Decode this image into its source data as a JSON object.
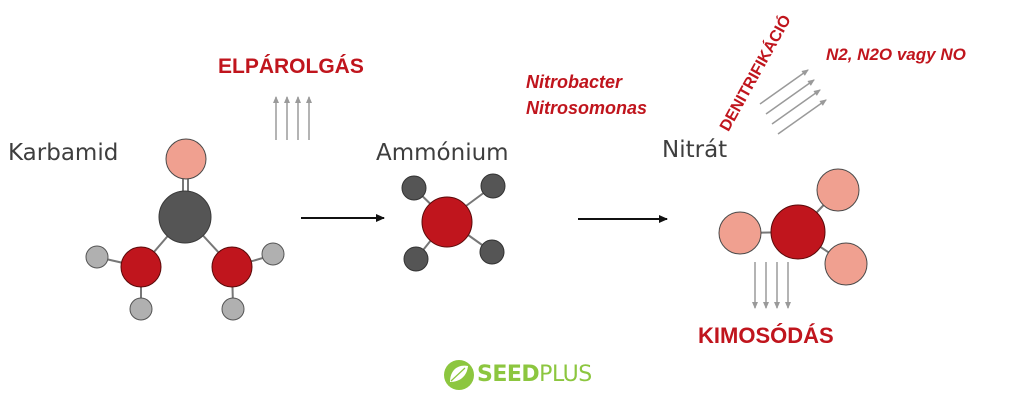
{
  "labels": {
    "urea": "Karbamid",
    "ammonium": "Ammónium",
    "nitrate": "Nitrát"
  },
  "processes": {
    "volatilization": "ELPÁROLGÁS",
    "leaching": "KIMOSÓDÁS",
    "denitrification": "DENITRIFIKÁCIÓ",
    "gases": "N2, N2O vagy NO",
    "bacteria_1": "Nitrobacter",
    "bacteria_2": "Nitrosomonas"
  },
  "logo": {
    "part1": "SEED",
    "part2": "PLUS"
  },
  "colors": {
    "red_atom": "#c0151d",
    "pink_atom": "#f0a090",
    "dark_atom": "#555555",
    "light_atom": "#b0b0b0",
    "text_red": "#c0151d",
    "logo_green": "#8cc63f"
  }
}
